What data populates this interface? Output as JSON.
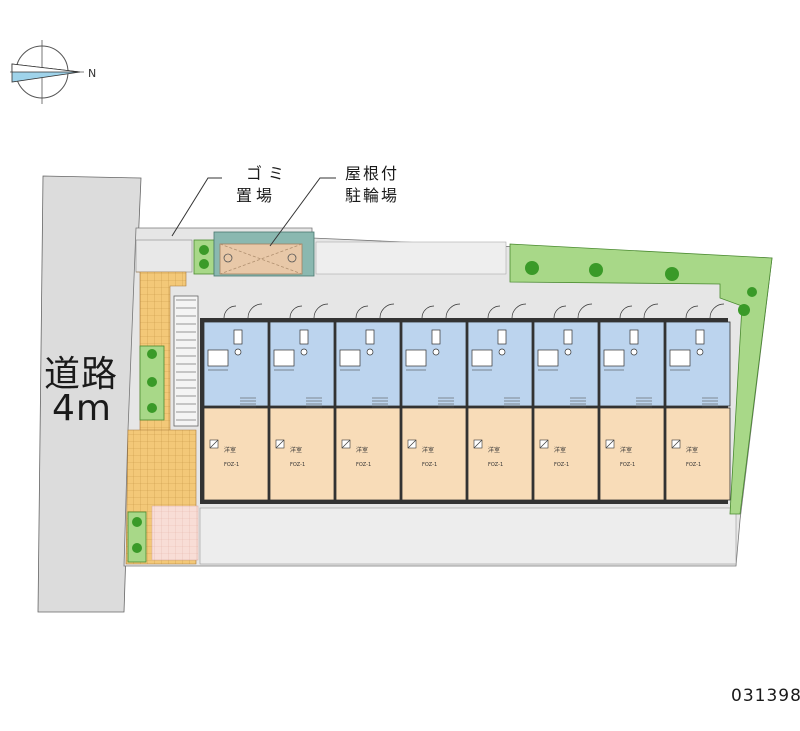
{
  "labels": {
    "road_line1": "道路",
    "road_line2": "4m",
    "garbage_line1": "ゴミ",
    "garbage_line2": "置場",
    "bike_line1": "屋根付",
    "bike_line2": "駐輪場",
    "compass_letter": "N",
    "code": "031398"
  },
  "units": {
    "count": 8,
    "room_label": "洋室",
    "floor_label": "FOZ-1"
  },
  "colors": {
    "road": "#dcdcdc",
    "grass": "#a8d888",
    "tree": "#3a9a28",
    "paving": "#f0c070",
    "upper_unit": "#bcd4ee",
    "lower_unit": "#f8dcb8",
    "site": "#e8e8e8"
  }
}
